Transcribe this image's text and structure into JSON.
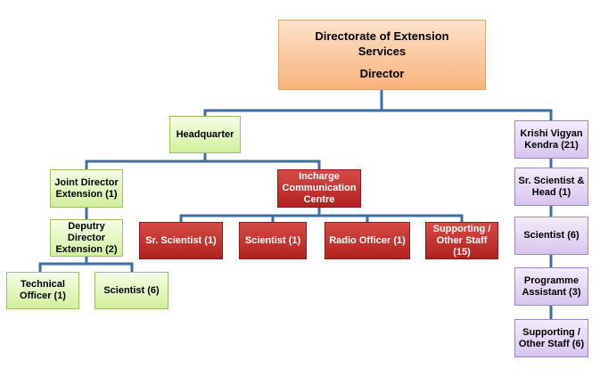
{
  "colors": {
    "connector": "#3f6e9e",
    "director": "#f9b27a",
    "green": "#d2ef9d",
    "red": "#b0221f",
    "purple": "#d8c5ee"
  },
  "director": {
    "line1": "Directorate of Extension",
    "line2": "Services",
    "line3": "Director"
  },
  "headquarter": {
    "label": "Headquarter"
  },
  "jde": {
    "line1": "Joint Director",
    "line2": "Extension (1)"
  },
  "deputy": {
    "line1": "Deputry",
    "line2": "Director",
    "line3": "Extension (2)"
  },
  "tech_officer": {
    "line1": "Technical",
    "line2": "Officer (1)"
  },
  "scientist_left": {
    "label": "Scientist (6)"
  },
  "incharge": {
    "line1": "Incharge",
    "line2": "Communication",
    "line3": "Centre"
  },
  "sr_scientist": {
    "label": "Sr. Scientist (1)"
  },
  "scientist_mid": {
    "label": "Scientist (1)"
  },
  "radio_officer": {
    "label": "Radio Officer (1)"
  },
  "supporting_mid": {
    "line1": "Supporting /",
    "line2": "Other Staff",
    "line3": "(15)"
  },
  "kvk": {
    "line1": "Krishi Vigyan",
    "line2": "Kendra (21)"
  },
  "sr_head": {
    "line1": "Sr. Scientist &",
    "line2": "Head (1)"
  },
  "scientist_right": {
    "label": "Scientist (6)"
  },
  "prog_asst": {
    "line1": "Programme",
    "line2": "Assistant (3)"
  },
  "supporting_right": {
    "line1": "Supporting /",
    "line2": "Other Staff (6)"
  }
}
